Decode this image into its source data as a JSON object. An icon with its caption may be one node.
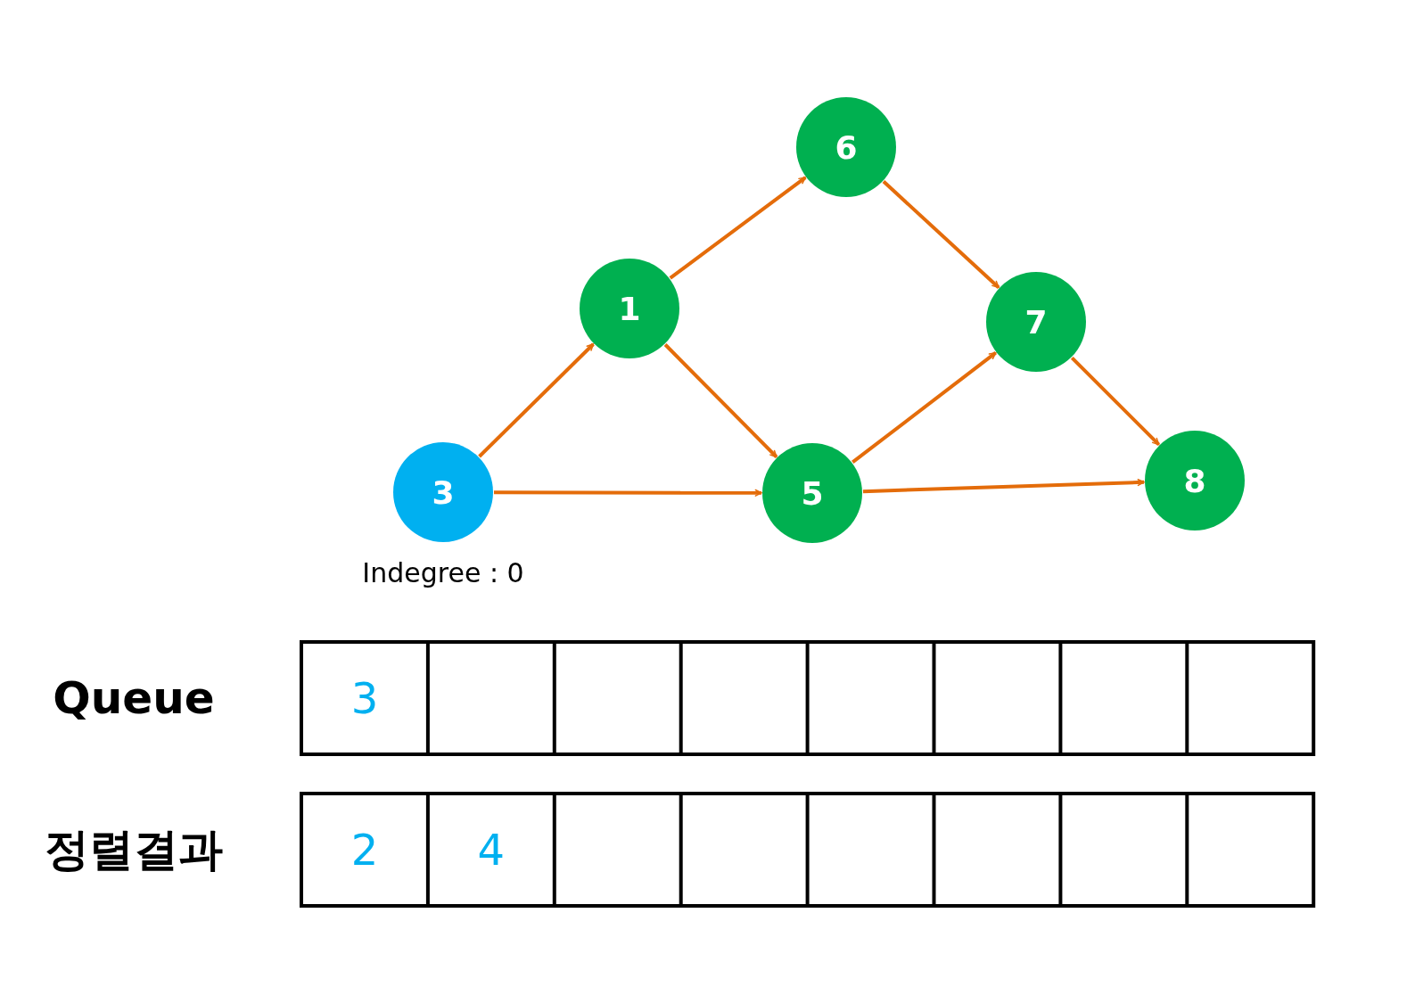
{
  "diagram": {
    "nodes": [
      {
        "text": [
          "6"
        ]
      },
      {
        "text": [
          "1"
        ]
      },
      {
        "text": [
          "7"
        ]
      },
      {
        "text": [
          "3"
        ],
        "beside": [
          "Indegree : 0"
        ]
      },
      {
        "text": [
          "5"
        ]
      },
      {
        "text": [
          "8"
        ]
      }
    ],
    "edges": [
      {
        "from": 3,
        "to": 1,
        "arrow": "to"
      },
      {
        "from": 3,
        "to": 4,
        "arrow": "to"
      },
      {
        "from": 1,
        "to": 0,
        "arrow": "to"
      },
      {
        "from": 1,
        "to": 4,
        "arrow": "to"
      },
      {
        "from": 0,
        "to": 2,
        "arrow": "to"
      },
      {
        "from": 4,
        "to": 2,
        "arrow": "to"
      },
      {
        "from": 2,
        "to": 5,
        "arrow": "to"
      },
      {
        "from": 4,
        "to": 5,
        "arrow": "to"
      }
    ],
    "labels": [
      "Queue",
      "3",
      "정렬결과",
      "2",
      "4"
    ]
  }
}
